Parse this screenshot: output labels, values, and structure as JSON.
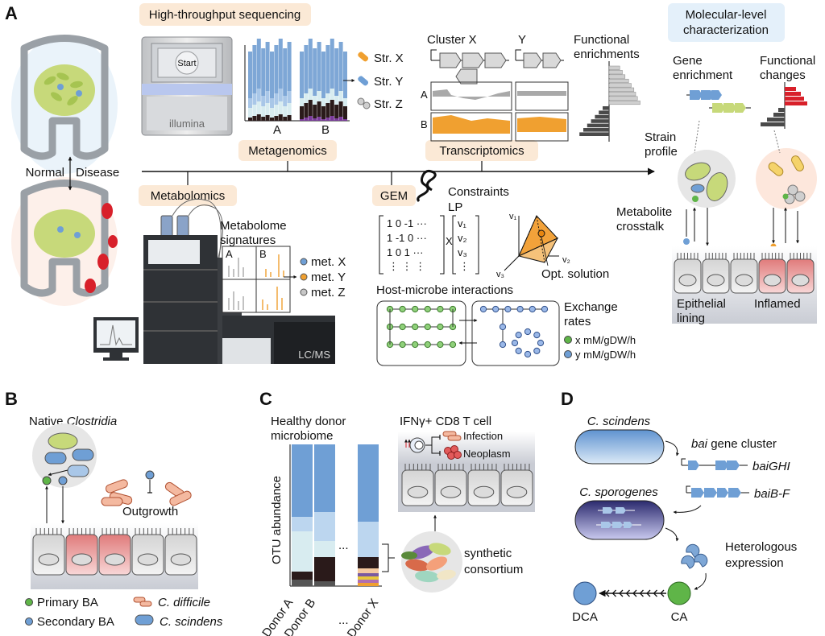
{
  "panels": {
    "a": "A",
    "b": "B",
    "c": "C",
    "d": "D"
  },
  "panelA": {
    "high_throughput": "High-throughput sequencing",
    "molecular_char_line1": "Molecular-level",
    "molecular_char_line2": "characterization",
    "normal": "Normal",
    "disease": "Disease",
    "metagenomics": "Metagenomics",
    "transcriptomics": "Transcriptomics",
    "metabolomics": "Metabolomics",
    "gem": "GEM",
    "illumina": "illumina",
    "start": "Start",
    "cluster_x": "Cluster X",
    "cluster_y": "Y",
    "functional_enrichments": "Functional enrichments",
    "row_a": "A",
    "row_b": "B",
    "sample_a": "A",
    "sample_b": "B",
    "strains": [
      "Str. X",
      "Str. Y",
      "Str. Z"
    ],
    "gene_enrichment_line1": "Gene",
    "gene_enrichment_line2": "enrichment",
    "functional_changes_line1": "Functional",
    "functional_changes_line2": "changes",
    "strain_profile_line1": "Strain",
    "strain_profile_line2": "profile",
    "metabolite_crosstalk_line1": "Metabolite",
    "metabolite_crosstalk_line2": "crosstalk",
    "epithelial_line1": "Epithelial",
    "epithelial_line2": "lining",
    "inflamed": "Inflamed",
    "metabolome_line1": "Metabolome",
    "metabolome_line2": "signatures",
    "mets": [
      "met. X",
      "met. Y",
      "met. Z"
    ],
    "lcms": "LC/MS",
    "constraints": "Constraints",
    "lp": "LP",
    "matrix_rows": [
      "1   0  -1  ···",
      "1  -1   0  ···",
      "1   0   1  ···",
      "⋮    ⋮    ⋮"
    ],
    "vector": [
      "v₁",
      "v₂",
      "v₃",
      "⋮"
    ],
    "times": "X",
    "axes": {
      "v1": "v₁",
      "v2": "v₂",
      "v3": "v₃"
    },
    "opt_solution": "Opt. solution",
    "host_microbe": "Host-microbe interactions",
    "exchange_line1": "Exchange",
    "exchange_line2": "rates",
    "x_rate": "x mM/gDW/h",
    "y_rate": "y mM/gDW/h"
  },
  "panelB": {
    "title_prefix": "Native ",
    "title_italic": "Clostridia",
    "outgrowth": "Outgrowth",
    "legend": [
      "Primary BA",
      "C. difficile",
      "Secondary BA",
      "C. scindens"
    ]
  },
  "panelC": {
    "title_line1": "Healthy donor",
    "title_line2": "microbiome",
    "tcell": "IFNγ+ CD8 T cell",
    "infection": "Infection",
    "neoplasm": "Neoplasm",
    "ylabel": "OTU abundance",
    "donors": [
      "Donor A",
      "Donor B",
      "...",
      "Donor X"
    ],
    "dots": "...",
    "synthetic_line1": "synthetic",
    "synthetic_line2": "consortium"
  },
  "panelD": {
    "c_scindens": "C. scindens",
    "bai_italic": "bai",
    "bai_rest": " gene cluster",
    "baiGHI": "baiGHI",
    "baiBF": "baiB-F",
    "c_sporogenes": "C. sporogenes",
    "heterologous_line1": "Heterologous",
    "heterologous_line2": "expression",
    "dca": "DCA",
    "ca": "CA"
  },
  "colors": {
    "blue_light": "#a9c7e8",
    "blue": "#6f9fd5",
    "blue_dark": "#4d7fbf",
    "green": "#5fb548",
    "orange": "#f0a030",
    "red": "#d8202a",
    "pale_cell": "#e8e8e8",
    "yellow_green": "#c7d97a"
  }
}
